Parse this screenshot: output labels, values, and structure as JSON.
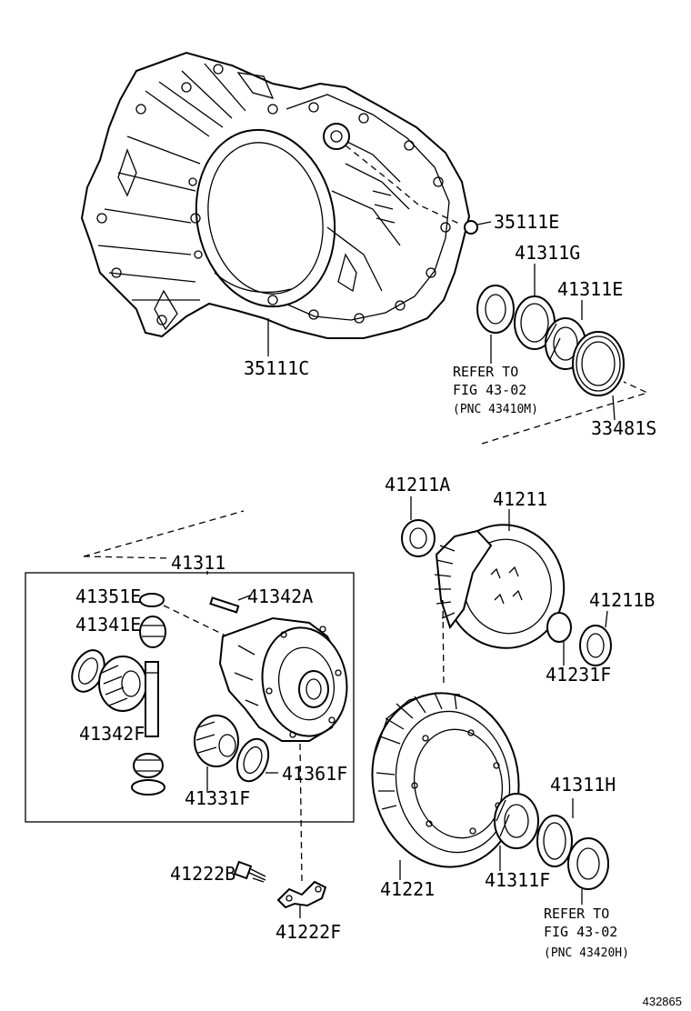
{
  "labels": {
    "p35111E": "35111E",
    "p41311G": "41311G",
    "p41311E": "41311E",
    "p35111C": "35111C",
    "p33481S": "33481S",
    "p41211A": "41211A",
    "p41211": "41211",
    "p41311": "41311",
    "p41351E": "41351E",
    "p41342A": "41342A",
    "p41341E": "41341E",
    "p41211B": "41211B",
    "p41231F": "41231F",
    "p41342F": "41342F",
    "p41361F": "41361F",
    "p41331F": "41331F",
    "p41311H": "41311H",
    "p41222B": "41222B",
    "p41221": "41221",
    "p41311F": "41311F",
    "p41222F": "41222F"
  },
  "notes": {
    "upper": {
      "line1": "REFER TO",
      "line2": "FIG 43-02",
      "line3": "(PNC 43410M)"
    },
    "lower": {
      "line1": "REFER TO",
      "line2": "FIG 43-02",
      "line3": "(PNC 43420H)"
    }
  },
  "figure_number": "432865"
}
